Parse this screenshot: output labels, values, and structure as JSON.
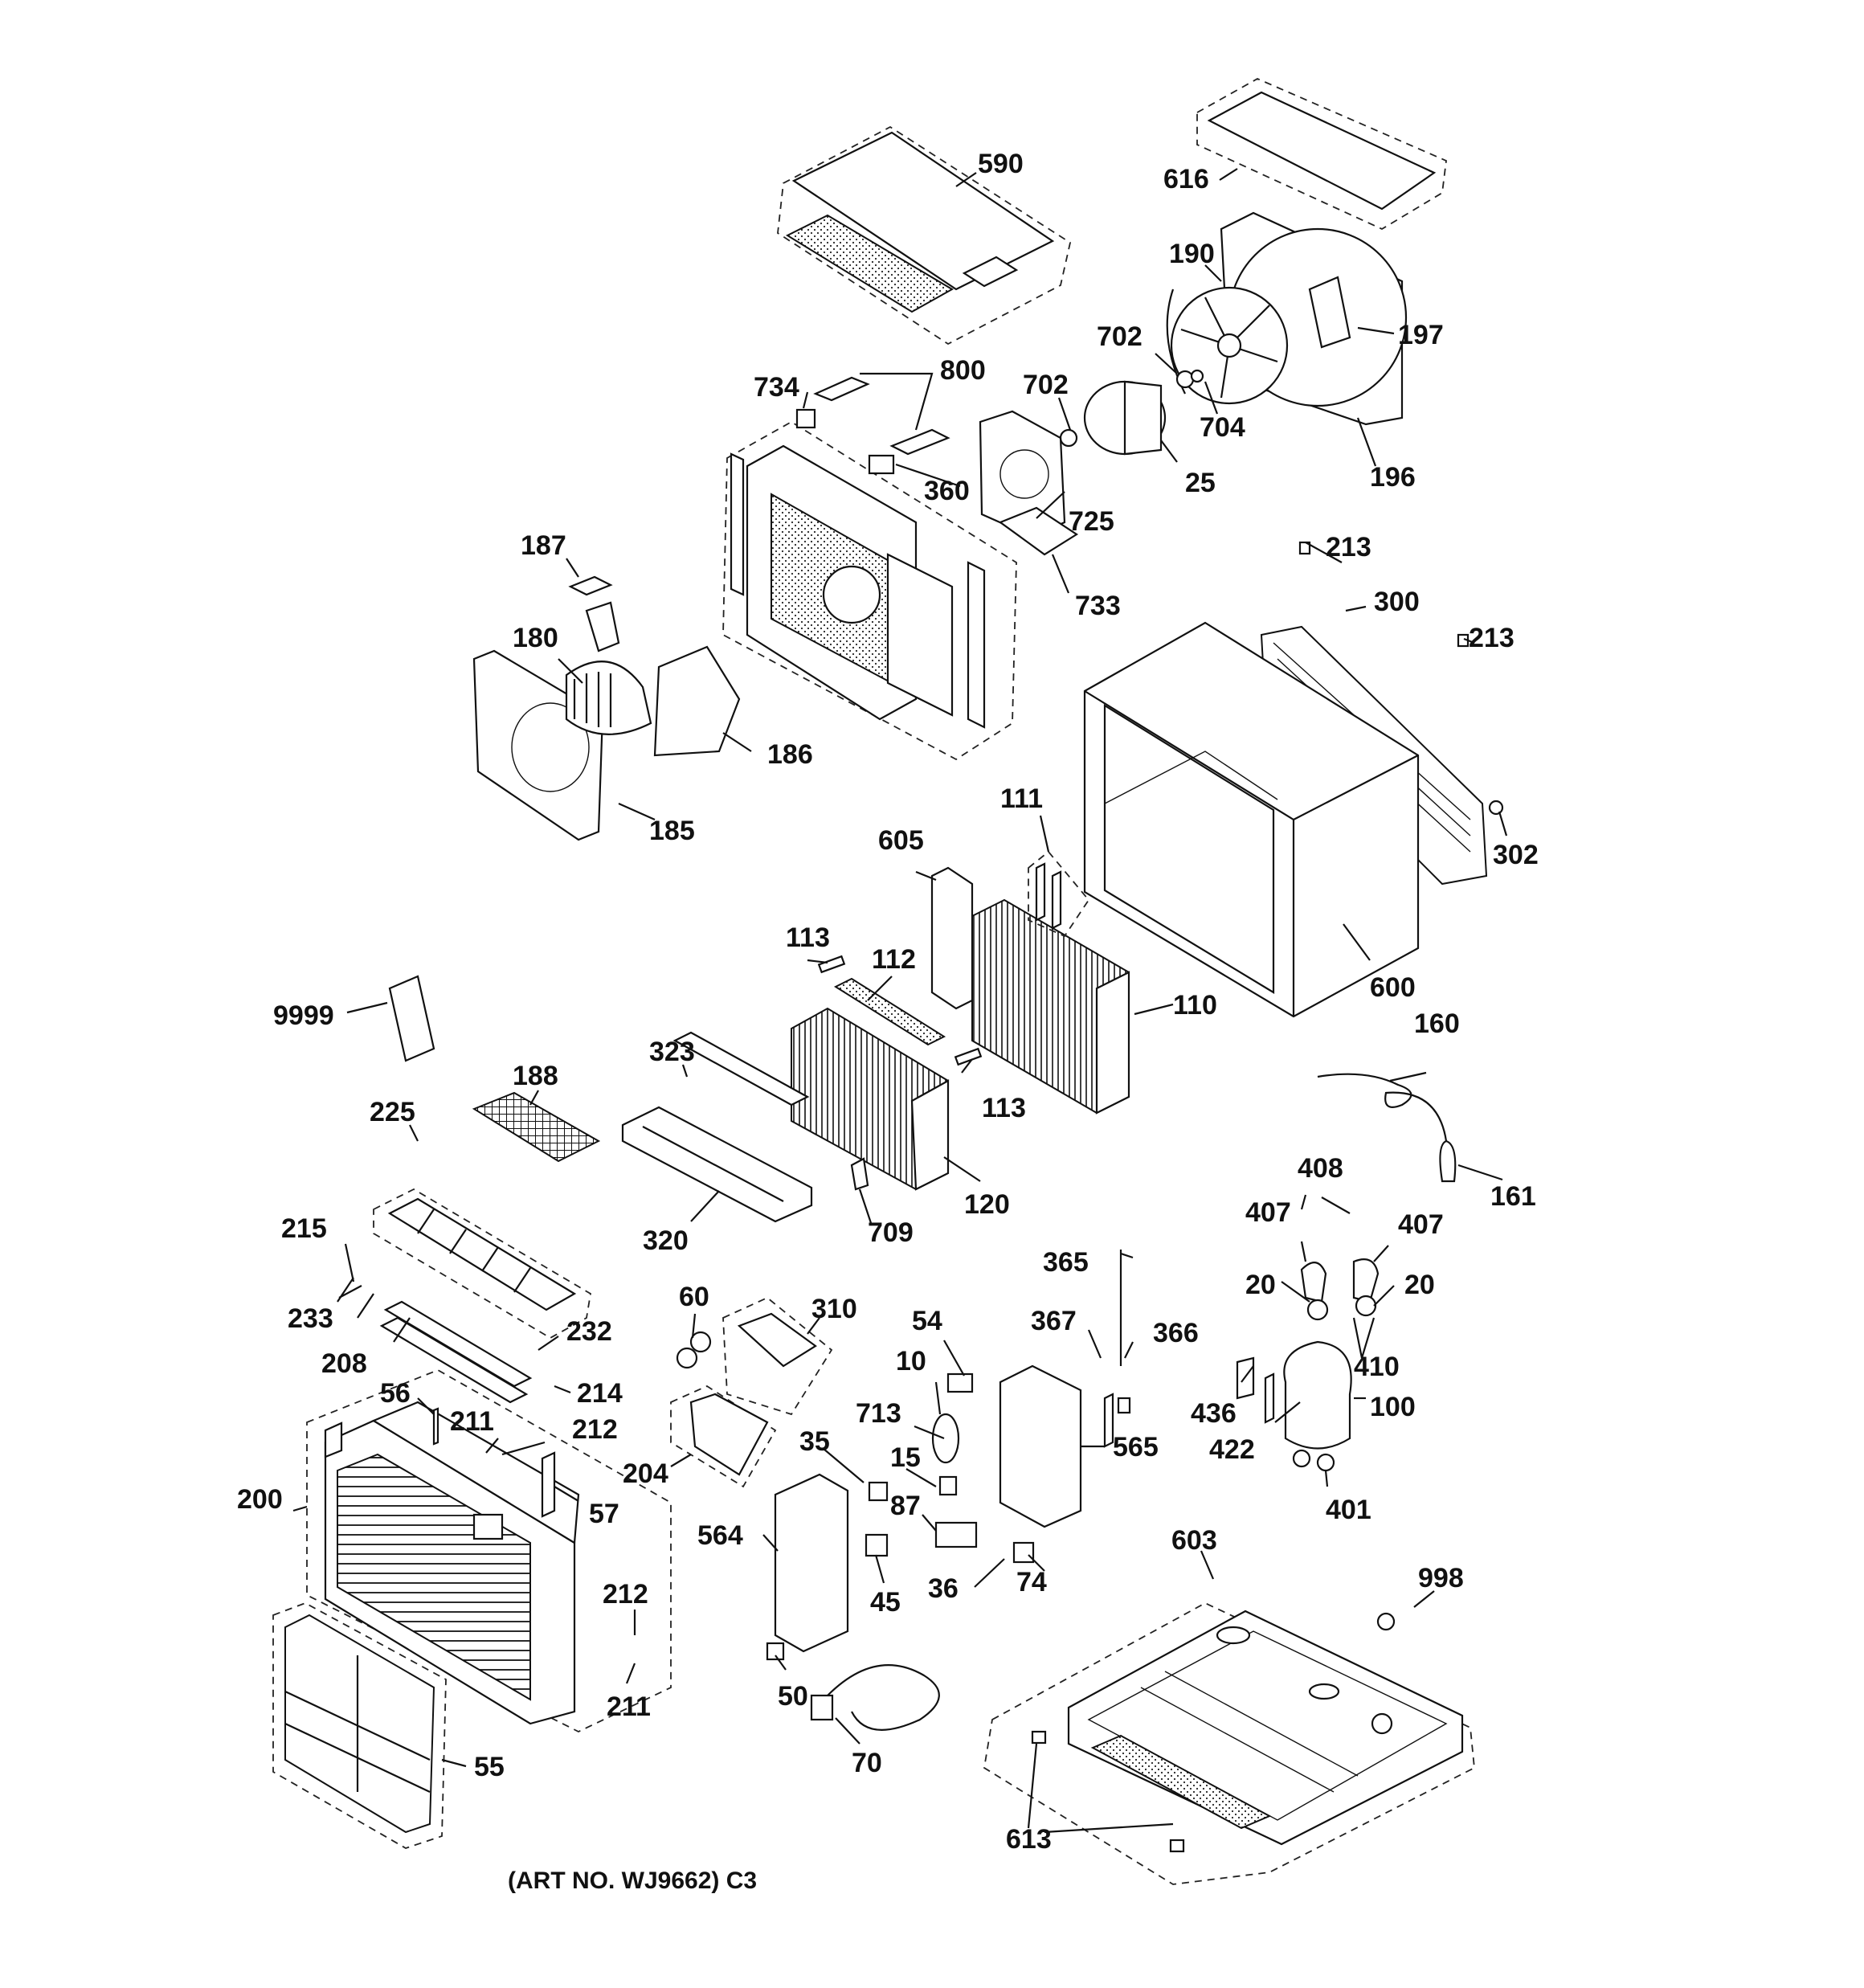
{
  "art_number": "(ART NO. WJ9662) C3",
  "callouts": {
    "c590": "590",
    "c616": "616",
    "c190": "190",
    "c197": "197",
    "c702a": "702",
    "c702b": "702",
    "c704": "704",
    "c25": "25",
    "c196": "196",
    "c734": "734",
    "c800": "800",
    "c360": "360",
    "c725": "725",
    "c733": "733",
    "c187": "187",
    "c180": "180",
    "c186": "186",
    "c185": "185",
    "c213a": "213",
    "c213b": "213",
    "c300": "300",
    "c302": "302",
    "c600": "600",
    "c111": "111",
    "c605": "605",
    "c113a": "113",
    "c113b": "113",
    "c112": "112",
    "c110": "110",
    "c120": "120",
    "c9999": "9999",
    "c188": "188",
    "c323": "323",
    "c320": "320",
    "c709": "709",
    "c225": "225",
    "c215": "215",
    "c233": "233",
    "c208": "208",
    "c232": "232",
    "c214": "214",
    "c160": "160",
    "c161": "161",
    "c408": "408",
    "c407a": "407",
    "c407b": "407",
    "c20a": "20",
    "c20b": "20",
    "c410": "410",
    "c100": "100",
    "c436": "436",
    "c422": "422",
    "c401": "401",
    "c365": "365",
    "c367": "367",
    "c366": "366",
    "c565": "565",
    "c60": "60",
    "c310": "310",
    "c204": "204",
    "c54": "54",
    "c10": "10",
    "c713": "713",
    "c35": "35",
    "c15": "15",
    "c87": "87",
    "c564": "564",
    "c45": "45",
    "c36": "36",
    "c74": "74",
    "c50": "50",
    "c70": "70",
    "c56": "56",
    "c211a": "211",
    "c212a": "212",
    "c200": "200",
    "c57": "57",
    "c212b": "212",
    "c211b": "211",
    "c55": "55",
    "c603": "603",
    "c998": "998",
    "c613": "613"
  }
}
